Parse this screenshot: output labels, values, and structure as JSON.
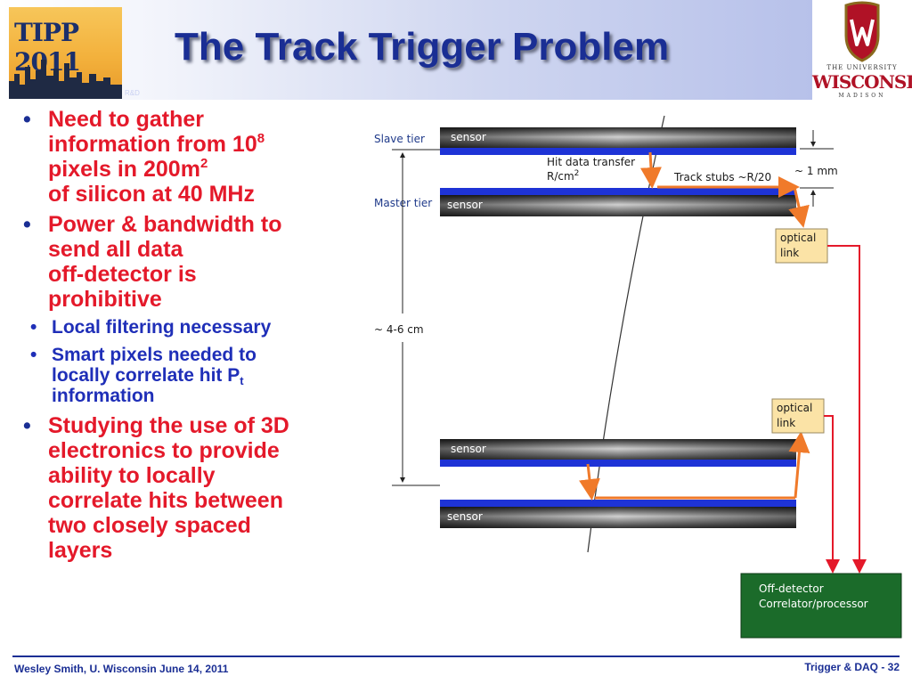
{
  "header": {
    "title": "The Track Trigger Problem",
    "logo_text": "TIPP 2011",
    "logo_subtext": "R&D"
  },
  "university_logo": {
    "line1": "THE UNIVERSITY",
    "line2": "WISCONSIN",
    "line3": "MADISON"
  },
  "bullets": {
    "b1": {
      "line1": "Need to gather",
      "line2_pre": "information from 10",
      "line2_sup": "8",
      "line3_pre": "pixels in 200m",
      "line3_sup": "2",
      "line4": "of silicon at 40 MHz"
    },
    "b2": {
      "line1": "Power & bandwidth to",
      "line2": "send all data",
      "line3": "off-detector is",
      "line4": "prohibitive"
    },
    "b2a": "Local filtering necessary",
    "b2b": {
      "line1": "Smart pixels needed to",
      "line2_pre": "locally correlate hit P",
      "line2_sub": "t",
      "line3": "information"
    },
    "b3": {
      "line1": "Studying the use of 3D",
      "line2": "electronics to provide",
      "line3": "ability to locally",
      "line4": "correlate hits between",
      "line5": "two closely spaced",
      "line6": "layers"
    }
  },
  "diagram": {
    "slave_tier": "Slave tier",
    "master_tier": "Master tier",
    "sensor": "sensor",
    "hit_transfer_line1": "Hit data transfer",
    "hit_transfer_line2": "R/cm",
    "hit_transfer_sup": "2",
    "track_stubs": "Track stubs ~R/20",
    "spacing_small": "~ 1 mm",
    "spacing_large": "~ 4-6 cm",
    "optical": "optical",
    "link": "link",
    "off_detector_line1": "Off-detector",
    "off_detector_line2": "Correlator/processor"
  },
  "footer": {
    "left": "Wesley Smith, U. Wisconsin June 14, 2011",
    "right": "Trigger & DAQ -  32"
  },
  "colors": {
    "title": "#1a2e94",
    "bullet_red": "#e4192a",
    "bullet_blue": "#1f2fb8",
    "arrow_orange": "#f07a2a",
    "link_red": "#e4192a",
    "optical_fill": "#fbe3a6",
    "processor_fill": "#1b6b2a"
  }
}
